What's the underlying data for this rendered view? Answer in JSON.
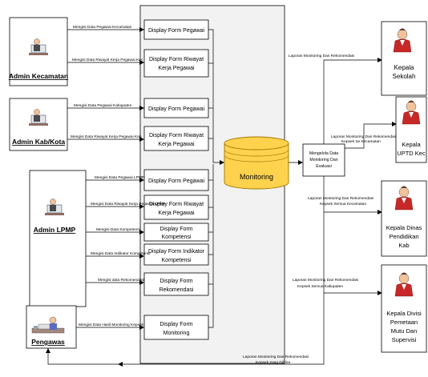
{
  "actors": {
    "admin_kecamatan": "Admin Kecamatan",
    "admin_kab": "Admin Kab/Kota",
    "admin_lpmp": "Admin LPMP",
    "pengawas": "Pengawas"
  },
  "forms": {
    "pegawai_1": [
      "Display Form Pegawai"
    ],
    "riwayat_1": [
      "Display Form Riwayat",
      "Kerja Pegawai"
    ],
    "pegawai_2": [
      "Display Form Pegawai"
    ],
    "riwayat_2": [
      "Display Form Riwayat",
      "Kerja Pegawai"
    ],
    "pegawai_3": [
      "Display Form Pegawai"
    ],
    "riwayat_3": [
      "Display Form Riwayat",
      "Kerja Pegawai"
    ],
    "kompetensi": [
      "Display Form",
      "Kompetensi"
    ],
    "indikator": [
      "Display Form Indikator",
      "Kompetensi"
    ],
    "rekomendasi": [
      "Display Form",
      "Rekomendasi"
    ],
    "monitoring": [
      "Display Form",
      "Monitoring"
    ]
  },
  "input_labels": {
    "kec_pegawai": "Mengisi Data Pegawai Kecamatan",
    "kec_riwayat": "Mengisi Data Riwayat Kerja Pegawai Kec",
    "kab_pegawai": "Mengisi Data Pegawai Kabupaten",
    "kab_riwayat": "Mengisi Data Riwayat Kerja Pegawai Kab",
    "lpmp_pegawai": "Mengisi Data Pegawai LPMP",
    "lpmp_riwayat": "Mengisi Data Riwayat Kerja Pegawai LPMP",
    "kompetensi": "Mengisi Data Kompetensi",
    "indikator": "Mengisi Data Indikator Kompetensi",
    "rekomendasi": "Mengisi data Rekomendasi",
    "monitoring": "Mengisi Data Hasil Monitoring Kepsek"
  },
  "database": "Monitoring",
  "process": [
    "Mengelola Data",
    "Monitoring Dan",
    "Evaluasi"
  ],
  "report_labels": {
    "sekolah": [
      "Laporan Monitoring Dan Rekomendasi"
    ],
    "uptd": [
      "Laporan Monitoring Dan Rekomendasi",
      "Kepsek Se Kecamatan"
    ],
    "dinas": [
      "Laporan Monitoring Dan Rekomendasi",
      "Kepsek Semua Kecamatan"
    ],
    "divisi": [
      "Laporan Monitoring Dan Rekomendasi",
      "Kepsek Semua Kabupaten"
    ],
    "pengawas": [
      "Laporan Monitoring Dan Rekomendasi",
      "Kepsek Yang Dibina"
    ]
  },
  "recipients": {
    "sekolah": [
      "Kepala",
      "Sekolah"
    ],
    "uptd": [
      "Kepala",
      "UPTD Kec"
    ],
    "dinas": [
      "Kepala Dinas",
      "Pendidikan",
      "Kab"
    ],
    "divisi": [
      "Kepala Divisi",
      "Pemetaan",
      "Mutu Dan",
      "Supervisi"
    ]
  },
  "colors": {
    "database_fill": "#ffd24d",
    "database_stroke": "#a07800",
    "container_fill": "#f2f2f2",
    "person_jacket": "#c62828",
    "person_skin": "#f2c29a"
  }
}
